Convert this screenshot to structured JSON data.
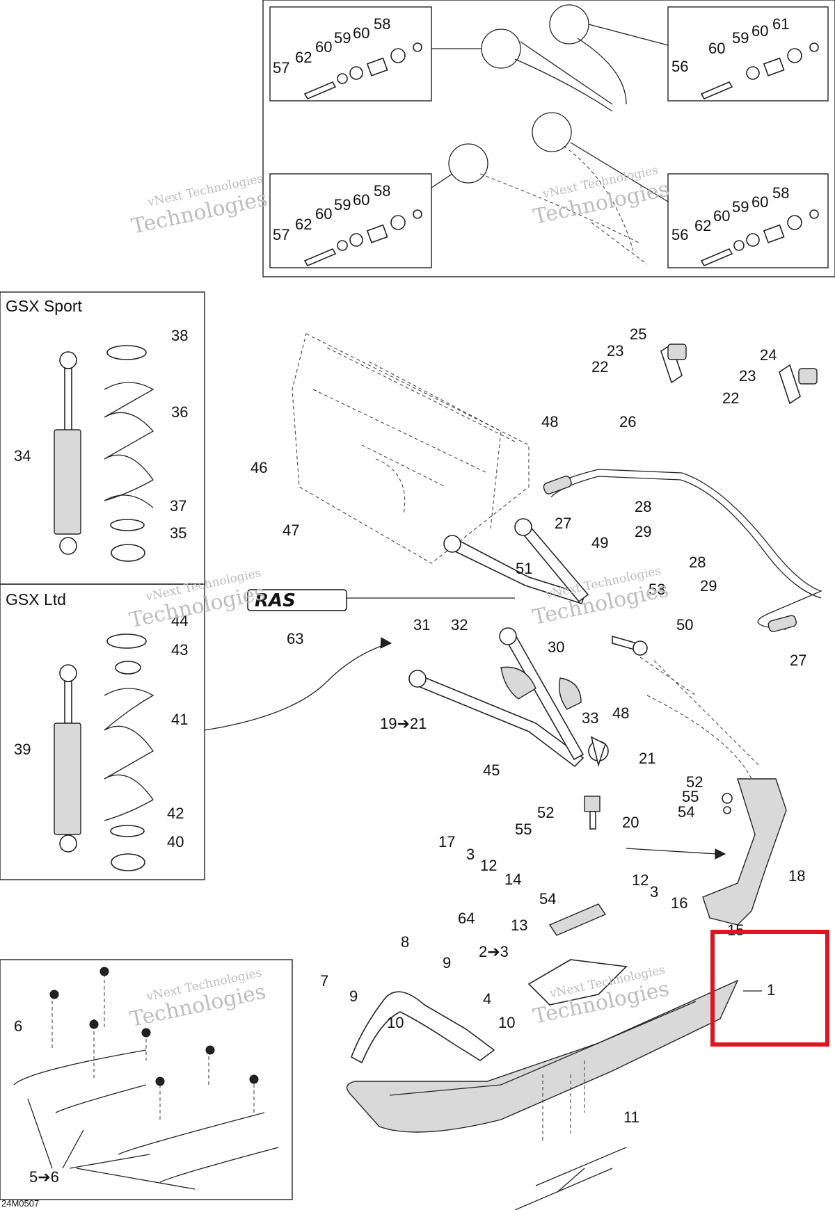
{
  "diagram_code": "24M0507",
  "sections": {
    "gsx_sport": "GSX Sport",
    "gsx_ltd": "GSX Ltd"
  },
  "watermark": {
    "line1": "vNext Technologies",
    "line2": "vNext",
    "line3": "Technologies"
  },
  "logo_text": "RAS",
  "highlight_color": "#e0141e",
  "callouts": {
    "c57a": "57",
    "c62a": "62",
    "c60a": "60",
    "c59a": "59",
    "c60b": "60",
    "c58a": "58",
    "c56a": "56",
    "c60c": "60",
    "c59b": "59",
    "c60d": "60",
    "c61": "61",
    "c57b": "57",
    "c62b": "62",
    "c60e": "60",
    "c59c": "59",
    "c60f": "60",
    "c58b": "58",
    "c56b": "56",
    "c62c": "62",
    "c60g": "60",
    "c59d": "59",
    "c60h": "60",
    "c58c": "58",
    "c38": "38",
    "c36": "36",
    "c34": "34",
    "c37": "37",
    "c35": "35",
    "c44": "44",
    "c43": "43",
    "c41": "41",
    "c39": "39",
    "c42": "42",
    "c40": "40",
    "c25": "25",
    "c23a": "23",
    "c22a": "22",
    "c24": "24",
    "c23b": "23",
    "c22b": "22",
    "c48a": "48",
    "c26": "26",
    "c46": "46",
    "c47": "47",
    "c27a": "27",
    "c28a": "28",
    "c29a": "29",
    "c49": "49",
    "c51": "51",
    "c28b": "28",
    "c29b": "29",
    "c53": "53",
    "c63": "63",
    "c31": "31",
    "c32": "32",
    "c30": "30",
    "c50": "50",
    "c27b": "27",
    "c33": "33",
    "c19": "19➔21",
    "c48b": "48",
    "c45": "45",
    "c21": "21",
    "c52a": "52",
    "c55a": "55",
    "c54a": "54",
    "c20": "20",
    "c17": "17",
    "c52b": "52",
    "c55b": "55",
    "c3a": "3",
    "c12a": "12",
    "c14": "14",
    "c18": "18",
    "c12b": "12",
    "c3b": "3",
    "c54b": "54",
    "c64": "64",
    "c16": "16",
    "c13": "13",
    "c15": "15",
    "c8": "8",
    "c2": "2➔3",
    "c9a": "9",
    "c7": "7",
    "c9b": "9",
    "c4": "4",
    "c10a": "10",
    "c10b": "10",
    "c1": "1",
    "c6": "6",
    "c11": "11",
    "c5": "5➔6"
  }
}
